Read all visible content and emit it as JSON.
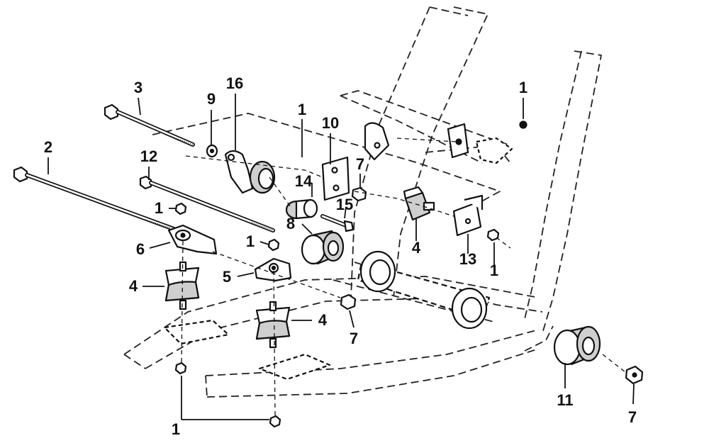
{
  "diagram": {
    "callouts": [
      {
        "id": "c1a",
        "text": "1"
      },
      {
        "id": "c1b",
        "text": "1"
      },
      {
        "id": "c1c",
        "text": "1"
      },
      {
        "id": "c1d",
        "text": "1"
      },
      {
        "id": "c1e",
        "text": "1"
      },
      {
        "id": "c1f",
        "text": "1"
      },
      {
        "id": "c2",
        "text": "2"
      },
      {
        "id": "c3",
        "text": "3"
      },
      {
        "id": "c4a",
        "text": "4"
      },
      {
        "id": "c4b",
        "text": "4"
      },
      {
        "id": "c4c",
        "text": "4"
      },
      {
        "id": "c5",
        "text": "5"
      },
      {
        "id": "c6",
        "text": "6"
      },
      {
        "id": "c7a",
        "text": "7"
      },
      {
        "id": "c7b",
        "text": "7"
      },
      {
        "id": "c7c",
        "text": "7"
      },
      {
        "id": "c8",
        "text": "8"
      },
      {
        "id": "c9",
        "text": "9"
      },
      {
        "id": "c10",
        "text": "10"
      },
      {
        "id": "c11",
        "text": "11"
      },
      {
        "id": "c12",
        "text": "12"
      },
      {
        "id": "c13",
        "text": "13"
      },
      {
        "id": "c14",
        "text": "14"
      },
      {
        "id": "c15",
        "text": "15"
      },
      {
        "id": "c16",
        "text": "16"
      }
    ]
  },
  "colors": {
    "line": "#111111",
    "frame_dash": "#222222",
    "shade": "#cfcfcf",
    "background": "#ffffff"
  }
}
